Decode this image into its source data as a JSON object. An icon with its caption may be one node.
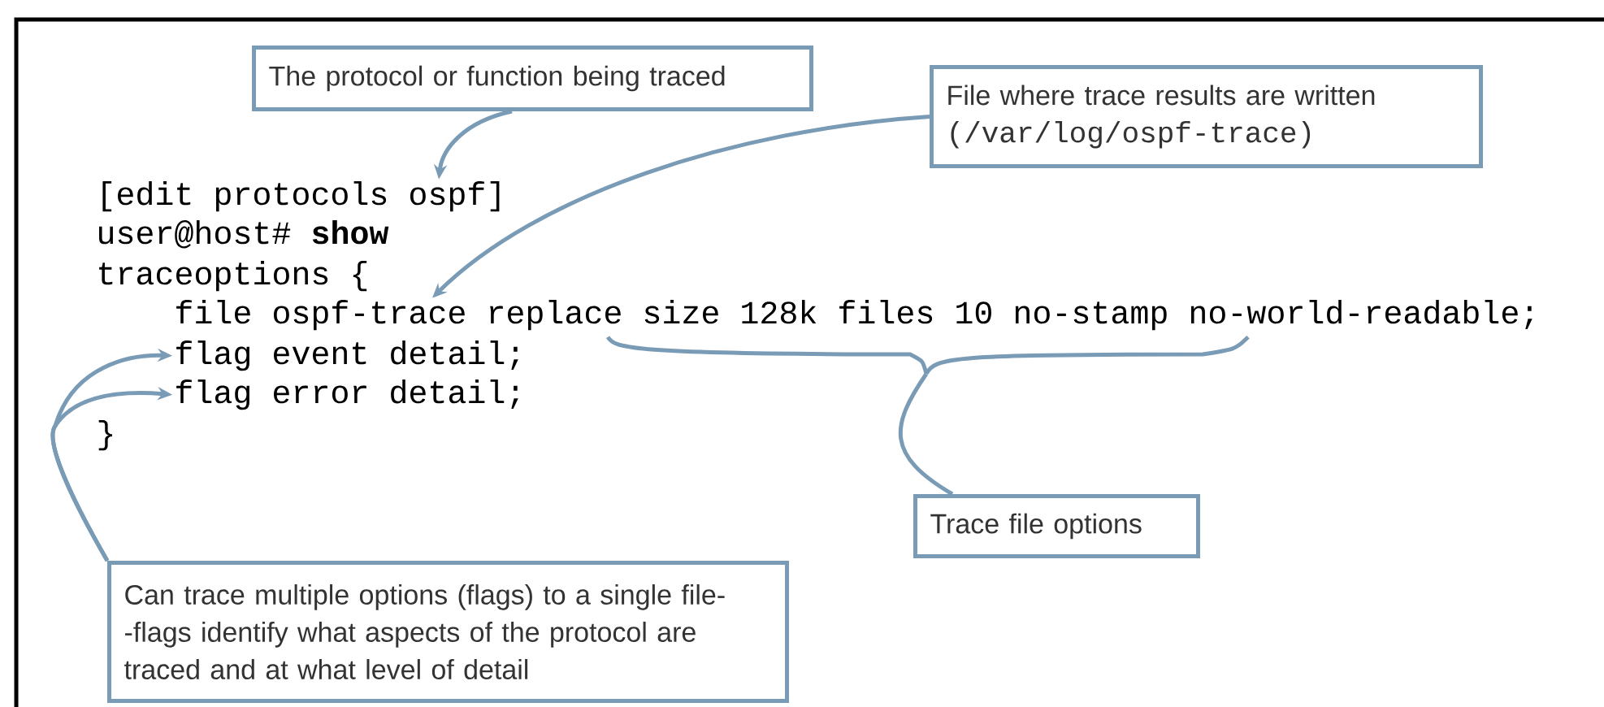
{
  "diagram": {
    "nodes": [
      {
        "text": [
          "The protocol or function being traced"
        ]
      },
      {
        "text": [
          "File where trace results are written",
          "(/var/log/ospf-trace)"
        ]
      },
      {
        "text": [
          "Trace file options"
        ]
      },
      {
        "text": [
          "Can trace multiple options (flags) to a single file--flags identify what aspects of the protocol are traced and at what level of detail"
        ]
      },
      {
        "text": [
          "[edit protocols ospf]"
        ]
      },
      {
        "text": [
          "user@host# **show**"
        ]
      },
      {
        "text": [
          "traceoptions {"
        ]
      },
      {
        "text": [
          "file ospf-trace replace size 128k files 10 no-stamp no-world-readable;"
        ]
      },
      {
        "text": [
          "flag event detail;"
        ]
      },
      {
        "text": [
          "flag error detail;"
        ]
      }
    ],
    "edges": [
      {
        "from": 0,
        "to": 4,
        "arrow": "to"
      },
      {
        "from": 1,
        "to": 7,
        "arrow": "to"
      },
      {
        "from": 2,
        "to": 7,
        "arrow": "none"
      },
      {
        "from": 3,
        "to": 8,
        "arrow": "to"
      },
      {
        "from": 3,
        "to": 9,
        "arrow": "to"
      }
    ],
    "labels": [
      "}"
    ]
  }
}
